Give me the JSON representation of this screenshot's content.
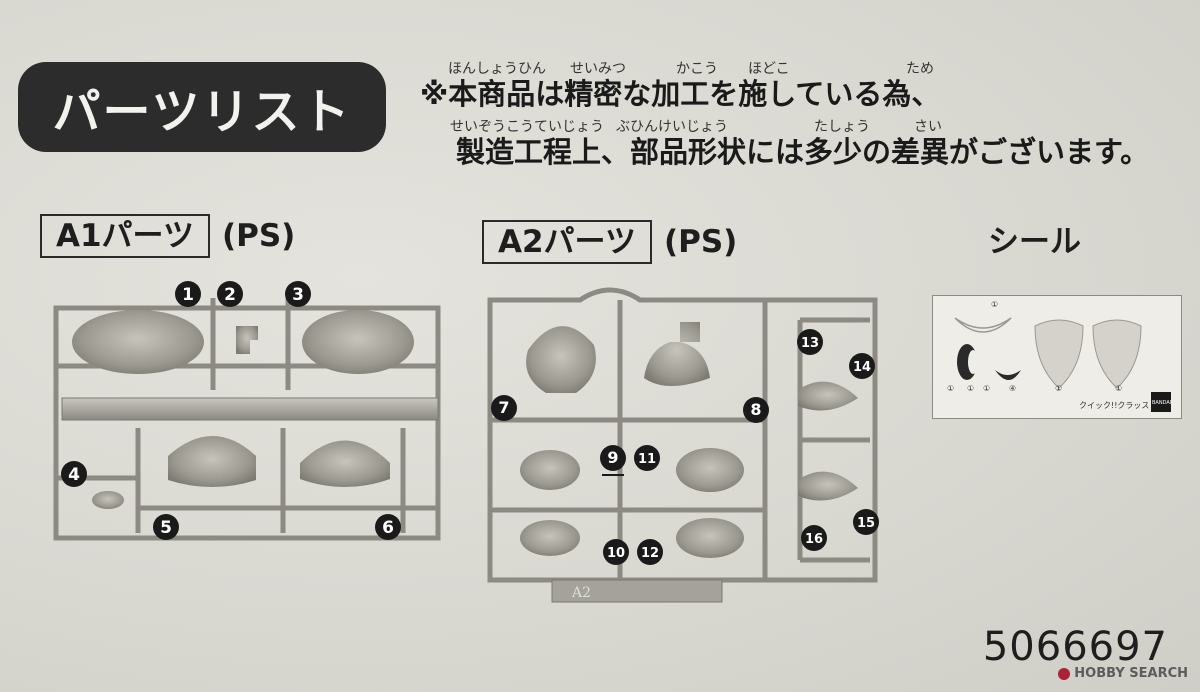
{
  "header": {
    "title": "パーツリスト",
    "ruby_line1": [
      "ほんしょうひん",
      "せいみつ",
      "かこう",
      "ほどこ",
      "ため"
    ],
    "note_line1": "※本商品は精密な加工を施している為、",
    "ruby_line2": [
      "せいぞうこうていじょう",
      "ぶひんけいじょう",
      "たしょう",
      "さい"
    ],
    "note_line2": "製造工程上、部品形状には多少の差異がございます。"
  },
  "sections": {
    "a1": {
      "label": "A1パーツ",
      "material": "(PS)"
    },
    "a2": {
      "label": "A2パーツ",
      "material": "(PS)"
    },
    "sticker": {
      "label": "シール"
    }
  },
  "a1_parts": [
    "1",
    "2",
    "3",
    "4",
    "5",
    "6"
  ],
  "a2_parts": [
    "7",
    "8",
    "9",
    "10",
    "11",
    "12",
    "13",
    "14",
    "15",
    "16"
  ],
  "a2_runner_tag": "A2",
  "sticker_sheet": {
    "maker": "BANDAI",
    "caption": "クイック!!クラッス",
    "numbers": [
      "①",
      "①",
      "①",
      "①",
      "④",
      "①",
      "①"
    ]
  },
  "product_code": "5066697",
  "watermark": "HOBBY SEARCH",
  "colors": {
    "paper": "#dcdbd5",
    "ink": "#1e1e1e",
    "badge": "#2a2a2a",
    "plastic": "#9a988f"
  }
}
